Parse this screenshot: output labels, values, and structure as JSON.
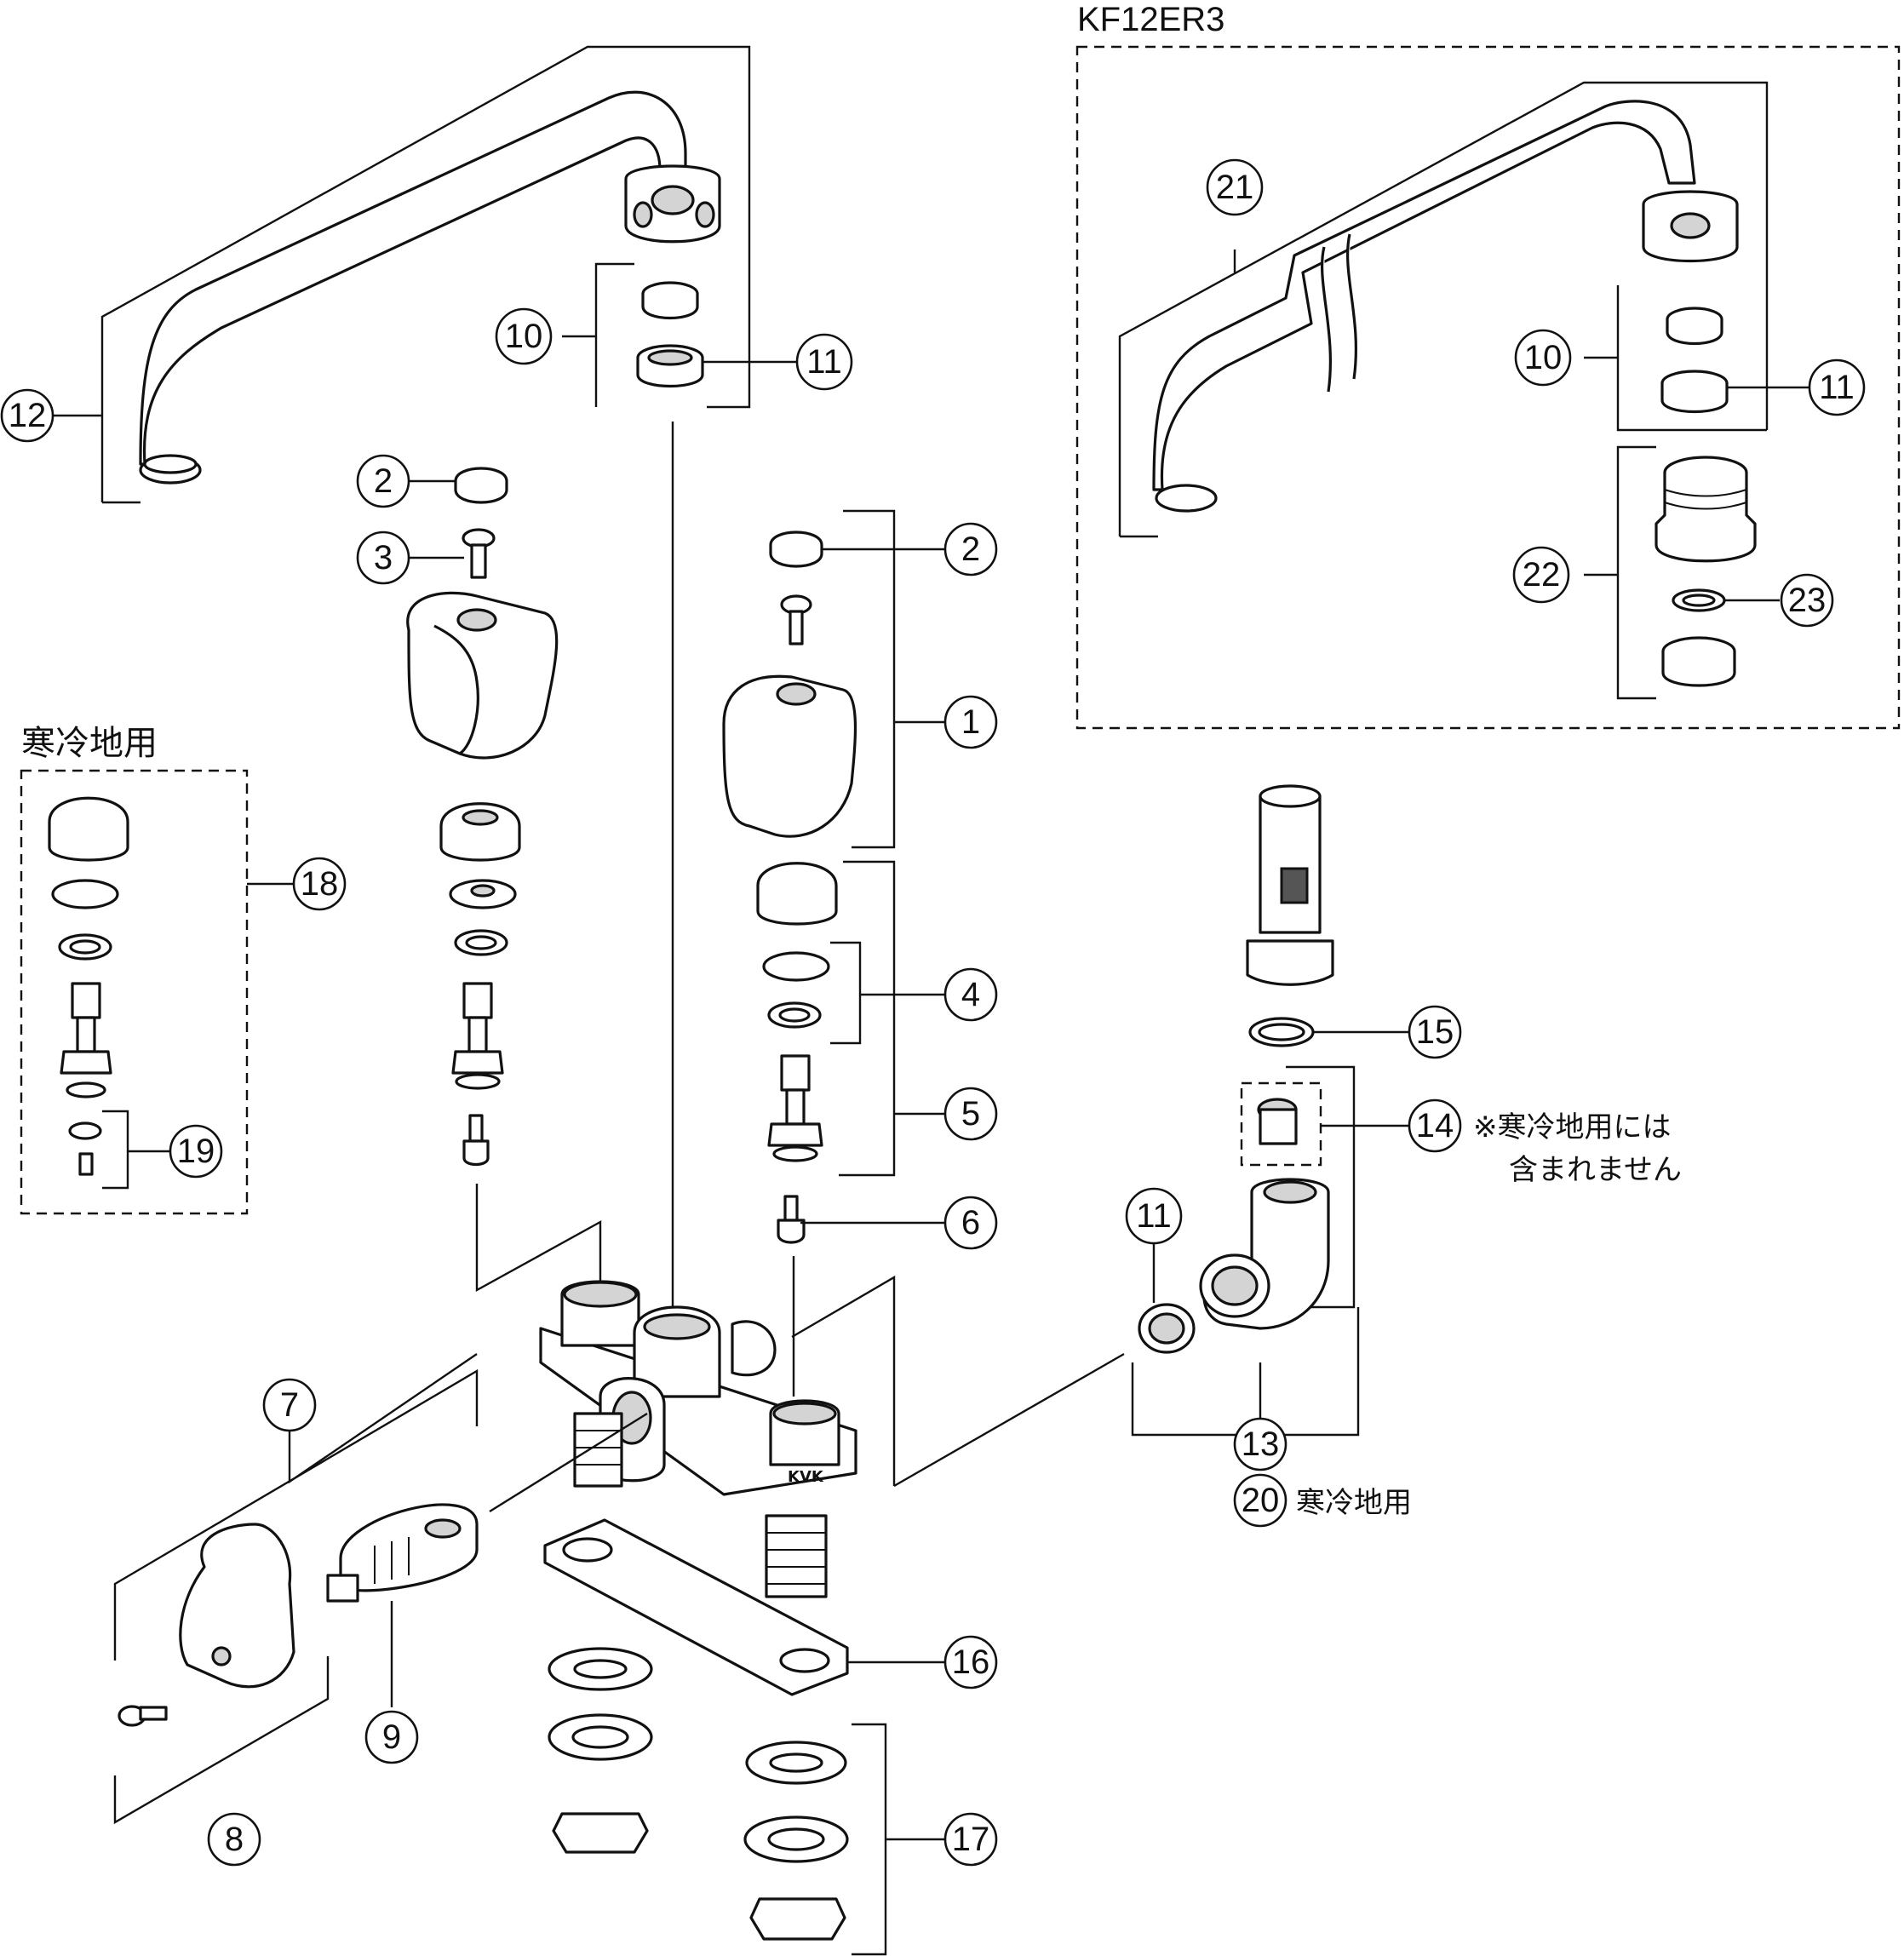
{
  "model_label": "KF12ER3",
  "cold_region_label": "寒冷地用",
  "note_excluded_line1": "※寒冷地用には",
  "note_excluded_line2": "含まれません",
  "cold_region_suffix": "寒冷地用",
  "stamp_text": "KVK",
  "callouts": {
    "c1": "1",
    "c2a": "2",
    "c2b": "2",
    "c3": "3",
    "c4": "4",
    "c5": "5",
    "c6": "6",
    "c7": "7",
    "c8": "8",
    "c9": "9",
    "c10a": "10",
    "c10b": "10",
    "c11a": "11",
    "c11b": "11",
    "c11c": "11",
    "c12": "12",
    "c13": "13",
    "c14": "14",
    "c15": "15",
    "c16": "16",
    "c17": "17",
    "c18": "18",
    "c19": "19",
    "c20": "20",
    "c21": "21",
    "c22": "22",
    "c23": "23"
  }
}
